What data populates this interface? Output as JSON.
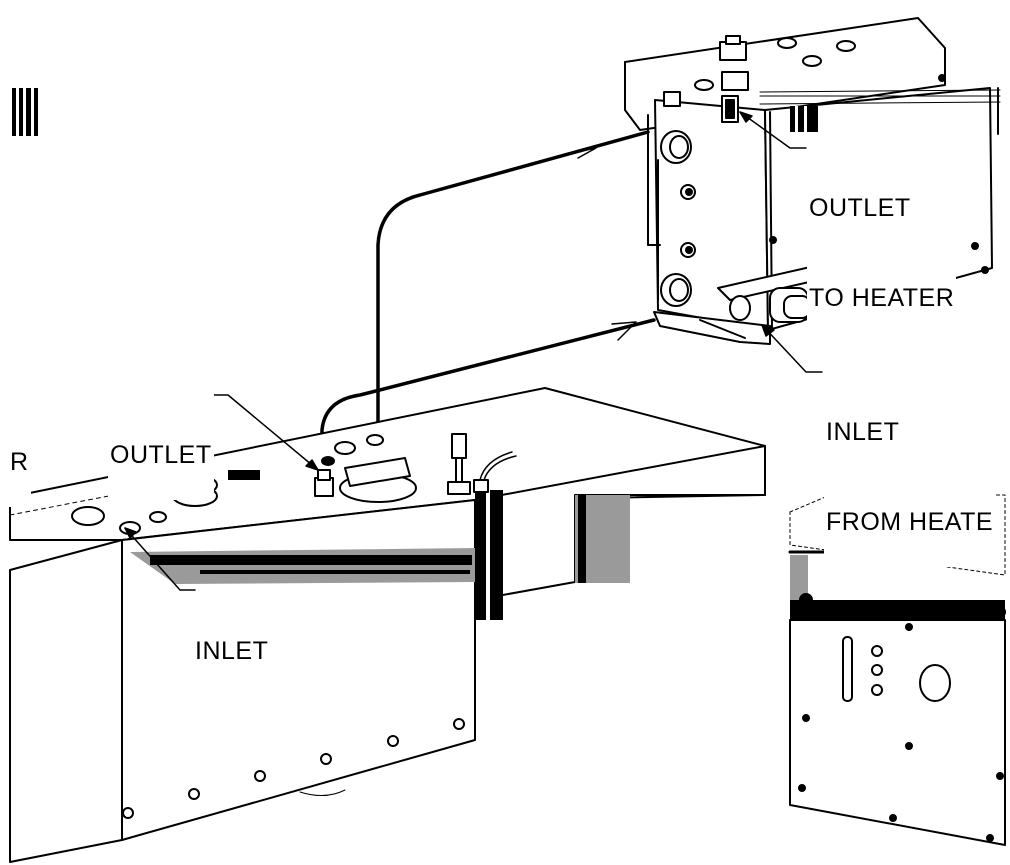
{
  "labels": {
    "outlet_to_heater": {
      "line1": "OUTLET",
      "line2": "TO HEATER"
    },
    "inlet_from_heater": {
      "line1": "INLET",
      "line2": "FROM HEATE"
    },
    "left_edge_fragment": "R",
    "outlet": "OUTLET",
    "inlet": "INLET"
  },
  "colors": {
    "line": "#000000",
    "background": "#ffffff",
    "shade": "#9a9a9a"
  }
}
